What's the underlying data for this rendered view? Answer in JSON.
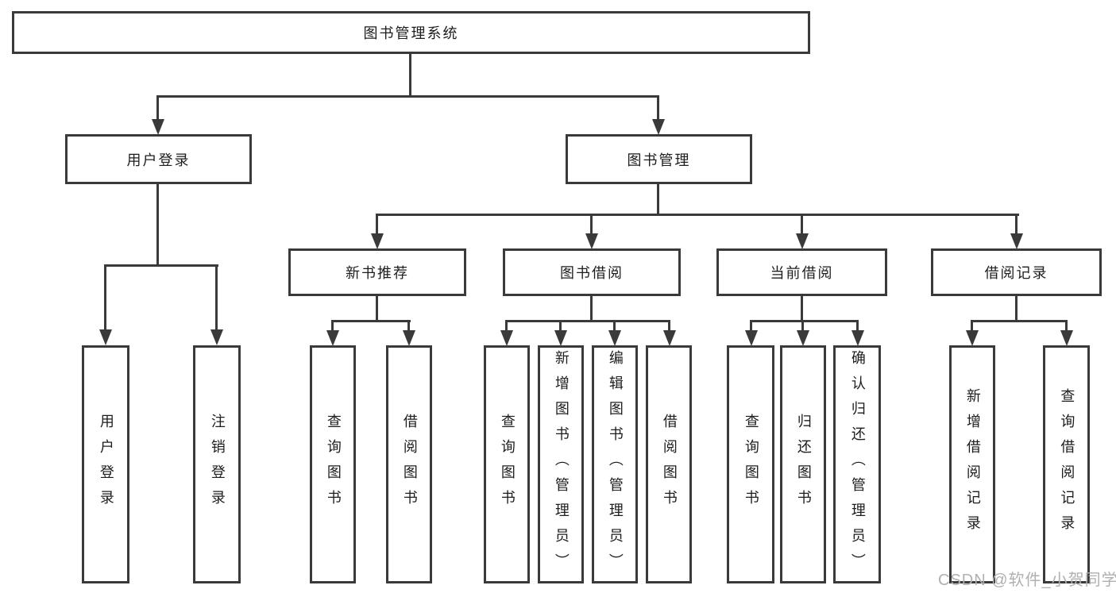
{
  "diagram": {
    "type": "tree",
    "root": {
      "label": "图书管理系统"
    },
    "branches": [
      {
        "label": "用户登录",
        "children": [
          {
            "label": "用户登录"
          },
          {
            "label": "注销登录"
          }
        ]
      },
      {
        "label": "图书管理",
        "children": [
          {
            "label": "新书推荐",
            "children": [
              {
                "label": "查询图书"
              },
              {
                "label": "借阅图书"
              }
            ]
          },
          {
            "label": "图书借阅",
            "children": [
              {
                "label": "查询图书"
              },
              {
                "label": "新增图书（管理员）"
              },
              {
                "label": "编辑图书（管理员）"
              },
              {
                "label": "借阅图书"
              }
            ]
          },
          {
            "label": "当前借阅",
            "children": [
              {
                "label": "查询图书"
              },
              {
                "label": "归还图书"
              },
              {
                "label": "确认归还（管理员）"
              }
            ]
          },
          {
            "label": "借阅记录",
            "children": [
              {
                "label": "新增借阅记录"
              },
              {
                "label": "查询借阅记录"
              }
            ]
          }
        ]
      }
    ]
  },
  "watermark": {
    "text": "CSDN @软件_小贺同学"
  },
  "colors": {
    "line": "#3a3a3a",
    "text": "#1d1d1d",
    "background": "#ffffff",
    "watermark": "#b0b0b0"
  }
}
